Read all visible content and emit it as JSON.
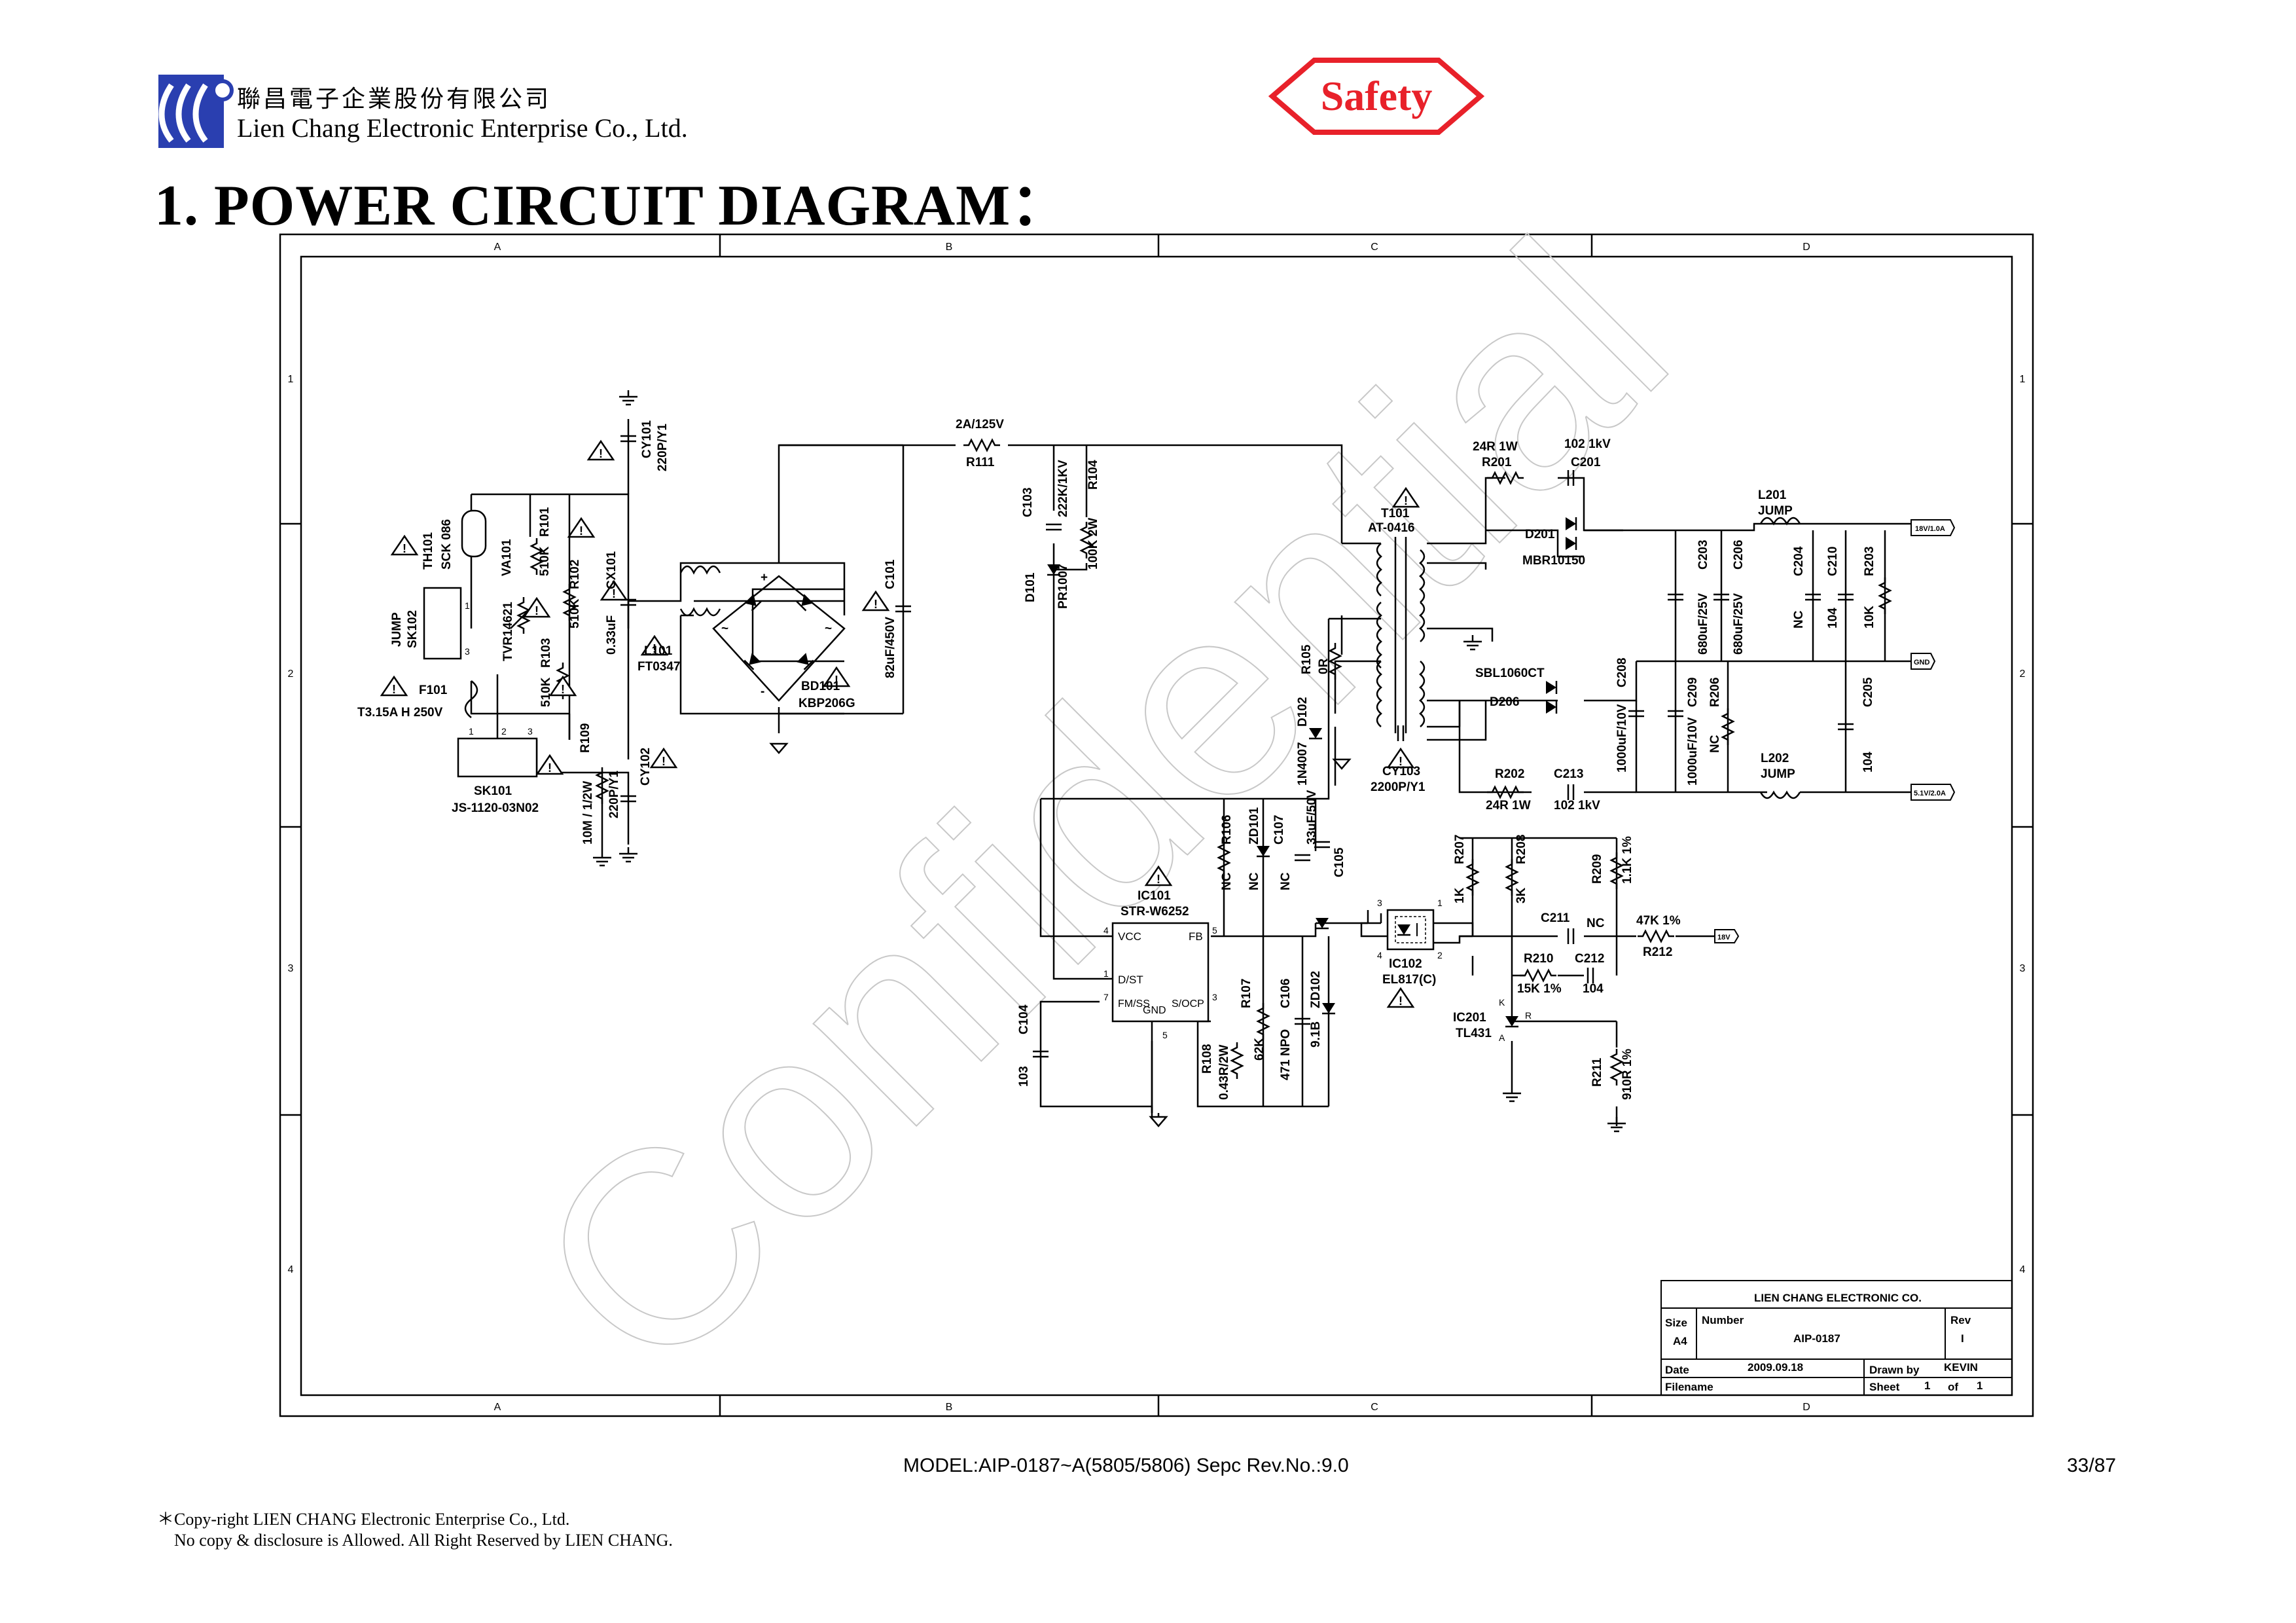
{
  "header": {
    "company_zh": "聯昌電子企業股份有限公司",
    "company_en": "Lien Chang Electronic Enterprise Co., Ltd.",
    "safety_badge": "Safety",
    "title": "1. POWER CIRCUIT DIAGRAM："
  },
  "frame": {
    "columns": [
      "A",
      "B",
      "C",
      "D"
    ],
    "rows": [
      "1",
      "2",
      "3",
      "4"
    ]
  },
  "watermark": "Confidential",
  "components": {
    "cy101": "CY101",
    "cy101_val": "220P/Y1",
    "th101": "TH101",
    "th101_val": "SCK 086",
    "r101": "R101",
    "r101_val": "510K",
    "va101": "VA101",
    "r102": "R102",
    "r102_val": "510K",
    "cx101": "CX101",
    "cx101_val": "0.33uF",
    "tvr": "TVR14621",
    "jump": "JUMP",
    "sk102": "SK102",
    "r103": "R103",
    "r103_val": "510K",
    "l101": "L101",
    "l101_val": "FT0347",
    "f101": "F101",
    "f101_val": "T3.15A H 250V",
    "sk101": "SK101",
    "sk101_val": "JS-1120-03N02",
    "r109": "R109",
    "r109_val": "10M / 1/2W",
    "cy102": "CY102",
    "cy102_val": "220P/Y1",
    "bd101": "BD101",
    "bd101_val": "KBP206G",
    "c101": "C101",
    "c101_val": "82uF/450V",
    "r111": "R111",
    "r111_val": "2A/125V",
    "c103": "C103",
    "c103_val": "222K/1KV",
    "r104": "R104",
    "r104_val": "100K 2W",
    "d101": "D101",
    "d101_val": "PR1007",
    "t101": "T101",
    "t101_val": "AT-0416",
    "r201": "R201",
    "r201_val": "24R 1W",
    "c201": "C201",
    "c201_val": "102 1kV",
    "d201": "D201",
    "d201_val": "MBR10150",
    "l201": "L201",
    "l201_val": "JUMP",
    "c203": "C203",
    "c203_val": "680uF/25V",
    "c206": "C206",
    "c206_val": "680uF/25V",
    "c204": "C204",
    "c204_val": "NC",
    "c210": "C210",
    "c210_val": "104",
    "r203": "R203",
    "r203_val": "10K",
    "out_18v": "18V/1.0A",
    "gnd_tag": "GND",
    "out_5v": "5.1V/2.0A",
    "r105": "R105",
    "r105_val": "0R",
    "d102": "D102",
    "d102_val": "1N4007",
    "sbl": "SBL1060CT",
    "d206": "D206",
    "c208": "C208",
    "c208_val": "1000uF/10V",
    "c209": "C209",
    "c209_val": "1000uF/10V",
    "r206": "R206",
    "r206_val": "NC",
    "c205": "C205",
    "c205_val": "104",
    "cy103": "CY103",
    "cy103_val": "2200P/Y1",
    "r202": "R202",
    "r202_val": "24R 1W",
    "c213": "C213",
    "c213_val": "102 1kV",
    "l202": "L202",
    "l202_val": "JUMP",
    "r106": "R106",
    "r106_val": "NC",
    "zd101": "ZD101",
    "zd101_val": "NC",
    "c107": "C107",
    "c107_val": "NC",
    "c105": "C105",
    "c105_val": "33uF/50V",
    "r207": "R207",
    "r207_val": "1K",
    "r208": "R208",
    "r208_val": "3K",
    "r209": "R209",
    "r209_val": "1.1K 1%",
    "ic101": "IC101",
    "ic101_val": "STR-W6252",
    "ic101_vcc": "VCC",
    "ic101_fb": "FB",
    "ic101_dst": "D/ST",
    "ic101_fm": "FM/SS",
    "ic101_gnd": "GND",
    "ic101_socp": "S/OCP",
    "c211": "C211",
    "c211_val": "NC",
    "r212": "R212",
    "r212_val": "47K 1%",
    "out_18v_small": "18V",
    "ic102": "IC102",
    "ic102_val": "EL817(C)",
    "r210": "R210",
    "r210_val": "15K 1%",
    "c212": "C212",
    "c212_val": "104",
    "c104": "C104",
    "c104_val": "103",
    "r107": "R107",
    "r107_val": "62K",
    "c106": "C106",
    "c106_val": "471 NPO",
    "zd102": "ZD102",
    "zd102_val": "9.1B",
    "r108": "R108",
    "r108_val": "0.43R/2W",
    "ic201": "IC201",
    "ic201_val": "TL431",
    "r211": "R211",
    "r211_val": "910R 1%"
  },
  "title_block": {
    "company": "LIEN CHANG ELECTRONIC CO.",
    "size_label": "Size",
    "size_value": "A4",
    "number_label": "Number",
    "number_value": "AIP-0187",
    "rev_label": "Rev",
    "rev_value": "I",
    "date_label": "Date",
    "date_value": "2009.09.18",
    "drawn_label": "Drawn by",
    "drawn_value": "KEVIN",
    "filename_label": "Filename",
    "sheet_label": "Sheet",
    "sheet_value": "1",
    "of_label": "of",
    "of_value": "1"
  },
  "footer": {
    "model": "MODEL:AIP-0187~A(5805/5806) Sepc Rev.No.:9.0",
    "page": "33/87",
    "copyright_1": "＊Copy-right LIEN CHANG Electronic Enterprise Co., Ltd.",
    "copyright_2": "No copy & disclosure is Allowed. All Right Reserved by LIEN CHANG."
  }
}
